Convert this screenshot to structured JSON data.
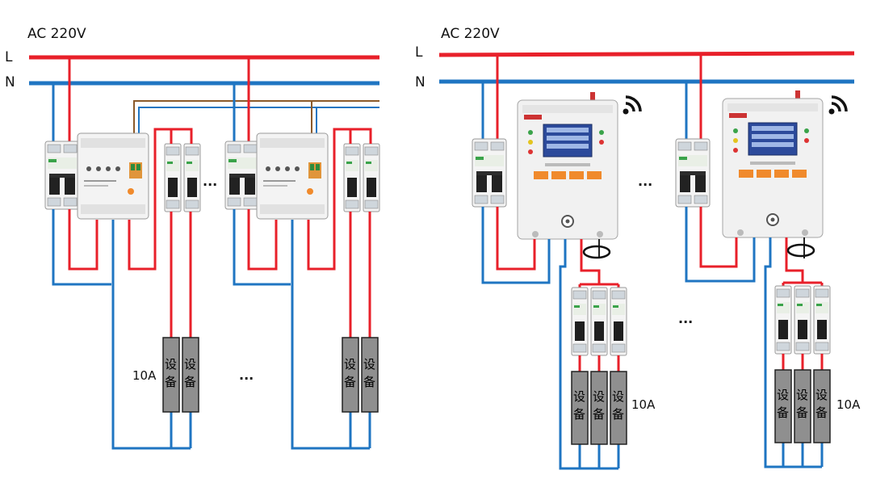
{
  "left_panel": {
    "supply_label": "AC 220V",
    "line_label": "L",
    "neutral_label": "N",
    "ellipsis_top": "...",
    "ellipsis_bottom": "...",
    "current_rating": "10A",
    "device_label_a": "设",
    "device_label_b": "备"
  },
  "right_panel": {
    "supply_label": "AC 220V",
    "line_label": "L",
    "neutral_label": "N",
    "ellipsis_top": "...",
    "ellipsis_middle": "...",
    "current_rating_1": "10A",
    "current_rating_2": "10A",
    "device_label_a": "设",
    "device_label_b": "备"
  },
  "colors": {
    "live": "#e8202a",
    "neutral": "#1f75c2",
    "brown": "#8b5a2b",
    "device_fill": "#8f8f8f",
    "breaker_body": "#f2f2f2"
  }
}
